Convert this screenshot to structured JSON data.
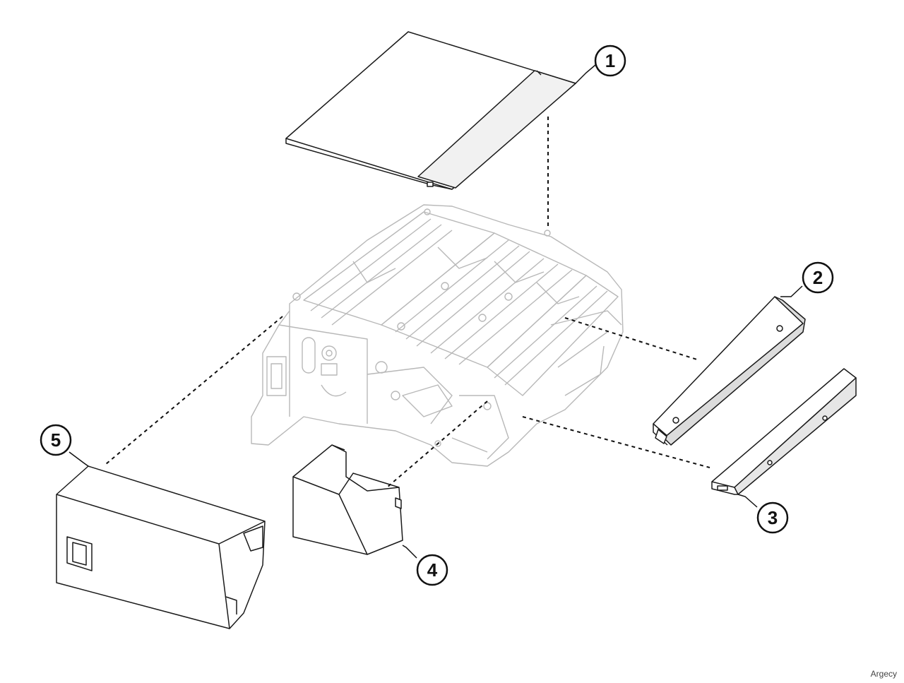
{
  "callouts": [
    {
      "id": "1",
      "label": "1"
    },
    {
      "id": "2",
      "label": "2"
    },
    {
      "id": "3",
      "label": "3"
    },
    {
      "id": "4",
      "label": "4"
    },
    {
      "id": "5",
      "label": "5"
    }
  ],
  "watermark": "Argecy",
  "colors": {
    "outline": "#1a1a1a",
    "frame_lines": "#b8b8b8",
    "part_fill": "#ffffff",
    "part_shade": "#e6e6e6",
    "leader": "#111111"
  }
}
